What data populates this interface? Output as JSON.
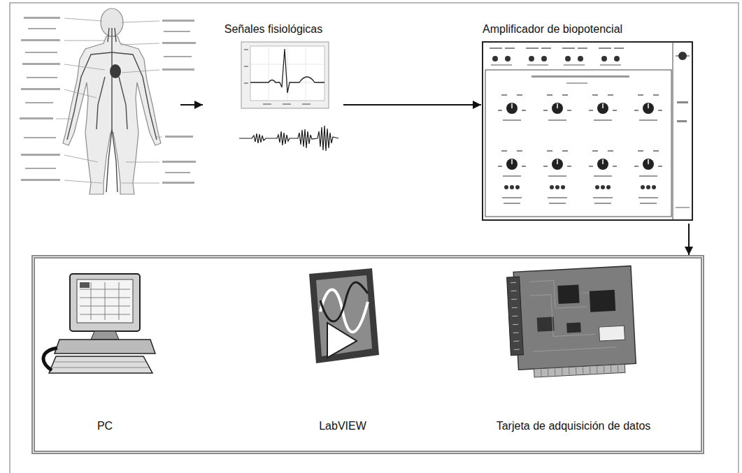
{
  "diagram": {
    "nodes": [
      {
        "text": [
          "Señales fisiológicas"
        ]
      },
      {
        "text": [
          "Amplificador de biopotencial"
        ]
      },
      {
        "text": []
      },
      {
        "text": [
          "PC"
        ],
        "in": 2
      },
      {
        "text": [
          "LabVIEW"
        ],
        "in": 2
      },
      {
        "text": [
          "Tarjeta de adquisición de datos"
        ],
        "in": 2
      }
    ],
    "edges": [
      {
        "from": 0,
        "to": 1,
        "arrow": "to"
      },
      {
        "from": 1,
        "to": 2,
        "arrow": "to"
      }
    ]
  }
}
